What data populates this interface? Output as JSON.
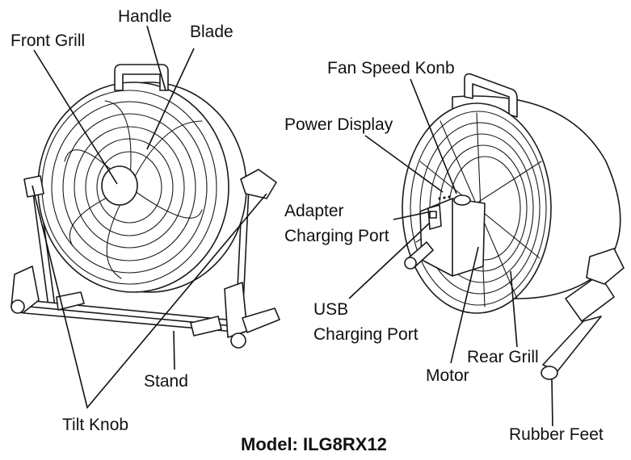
{
  "labels": {
    "handle": "Handle",
    "front_grill": "Front Grill",
    "blade": "Blade",
    "stand": "Stand",
    "tilt_knob": "Tilt Knob",
    "fan_speed_knob": "Fan Speed Konb",
    "power_display": "Power Display",
    "adapter_port_line1": "Adapter",
    "adapter_port_line2": "Charging Port",
    "usb_port_line1": "USB",
    "usb_port_line2": "Charging Port",
    "motor": "Motor",
    "rear_grill": "Rear Grill",
    "rubber_feet": "Rubber Feet"
  },
  "model": "Model: ILG8RX12"
}
